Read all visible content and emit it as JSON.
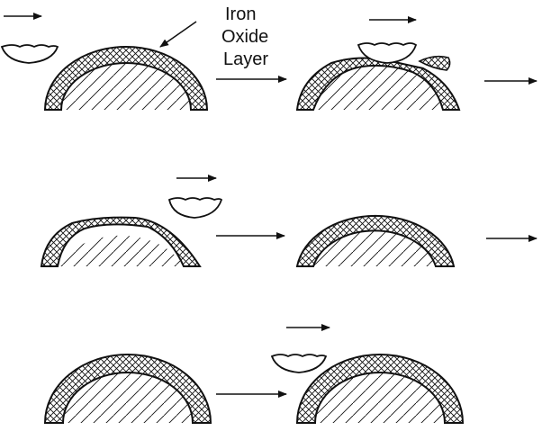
{
  "annotation": {
    "lines": [
      "Iron",
      "Oxide",
      "Layer"
    ]
  },
  "colors": {
    "ink": "#111111",
    "background": "#ffffff"
  }
}
